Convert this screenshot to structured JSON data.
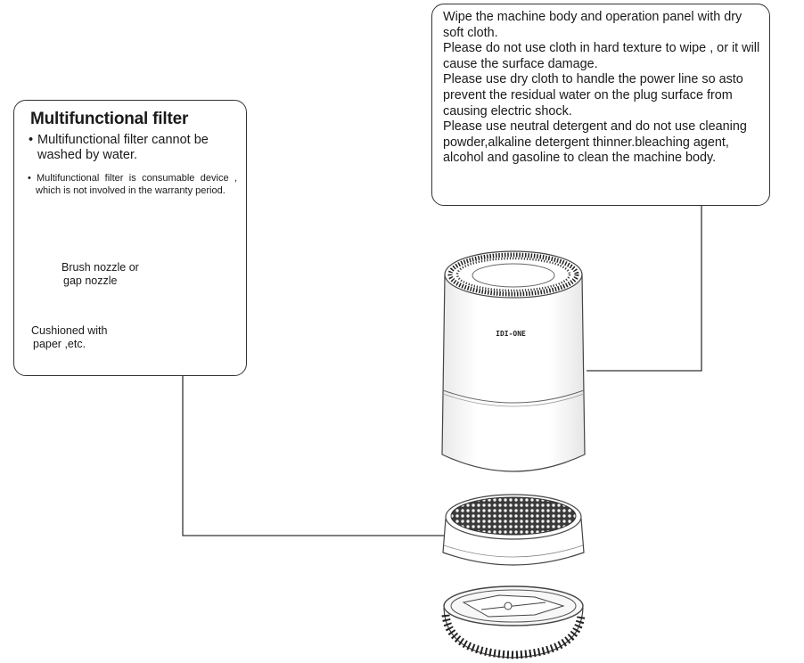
{
  "care_instructions": [
    "Wipe the machine  body and operation panel with dry soft cloth.",
    "Please do not use cloth  in  hard  texture  to  wipe ,  or it will cause the surface damage.",
    "Please  use  dry  cloth  to  handle  the  power line so asto prevent the residual water on the plug surface from causing electric shock.",
    "Please use neutral detergent and do not use cleaning powder,alkaline detergent thinner.bleaching agent, alcohol and gasoline to clean the machine body."
  ],
  "filter_panel": {
    "title": "Multifunctional filter",
    "note_1": "Multifunctional filter cannot be washed by water.",
    "note_2": "Multifunctional filter is consumable device ,  which  is not involved in the warranty period.",
    "brush_label_line1": "Brush nozzle or",
    "brush_label_line2": "gap nozzle",
    "cushion_label_line1": "Cushioned with",
    "cushion_label_line2": "paper ,etc."
  },
  "device": {
    "brand": "IDI-ONE"
  }
}
